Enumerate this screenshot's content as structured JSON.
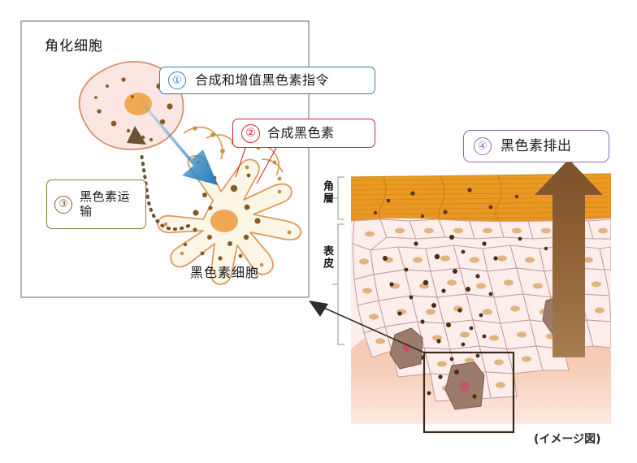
{
  "figure": {
    "caption": "(イメージ図)",
    "detail_panel": {
      "keratinocyte_label": "角化细胞",
      "melanocyte_label": "黑色素细胞"
    },
    "skin_diagram": {
      "layers": [
        {
          "name_vertical": "角層",
          "key": "stratum-corneum",
          "color": "#e8971f"
        },
        {
          "name_vertical": "表皮",
          "key": "epidermis",
          "color": "#f7e2e0"
        }
      ]
    }
  },
  "callouts": [
    {
      "number": "①",
      "text": "合成和增值黑色素指令",
      "color": "#2f7fc1",
      "key": "synthesis-and-increase-command"
    },
    {
      "number": "②",
      "text": "合成黑色素",
      "color": "#cf2a2a",
      "key": "synthesize-melanin"
    },
    {
      "number": "③",
      "text": "黑色素运输",
      "color": "#7d6634",
      "key": "melanin-transport"
    },
    {
      "number": "④",
      "text": "黑色素排出",
      "color": "#8e6ab0",
      "key": "melanin-excretion"
    }
  ],
  "colors": {
    "keratinocyte_fill": "#fbe6e2",
    "keratinocyte_stroke": "#d58f6e",
    "melanocyte_fill": "#fbf6e6",
    "melanocyte_stroke": "#e09a5d",
    "nucleus": "#f0a855",
    "melanin_dot": "#8a5a22",
    "blue_arrow": "#2f86c5",
    "brown_arrow": "#8a5a30",
    "corneum": "#e8971f",
    "epidermis_cell": "#fdeeec",
    "basal_melanocyte": "#9c7b6a",
    "dermis": "#f2b79b"
  }
}
